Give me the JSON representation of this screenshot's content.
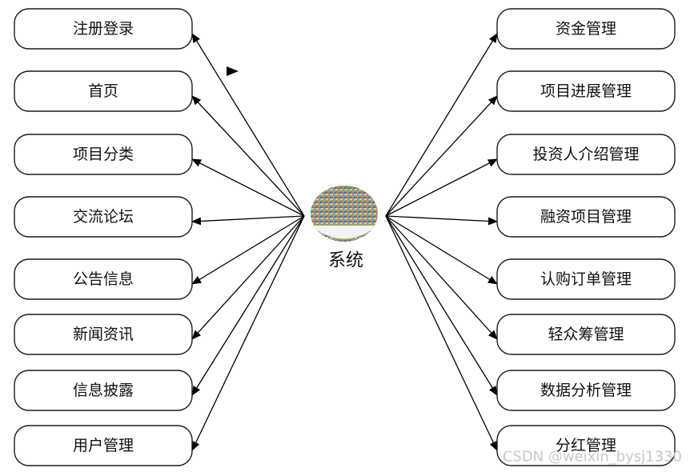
{
  "center": {
    "label": "系统"
  },
  "left_nodes": [
    "注册登录",
    "首页",
    "项目分类",
    "交流论坛",
    "公告信息",
    "新闻资讯",
    "信息披露",
    "用户管理"
  ],
  "right_nodes": [
    "资金管理",
    "项目进展管理",
    "投资人介绍管理",
    "融资项目管理",
    "认购订单管理",
    "轻众筹管理",
    "数据分析管理",
    "分红管理"
  ],
  "watermark": "CSDN @weixin_bysj1330"
}
